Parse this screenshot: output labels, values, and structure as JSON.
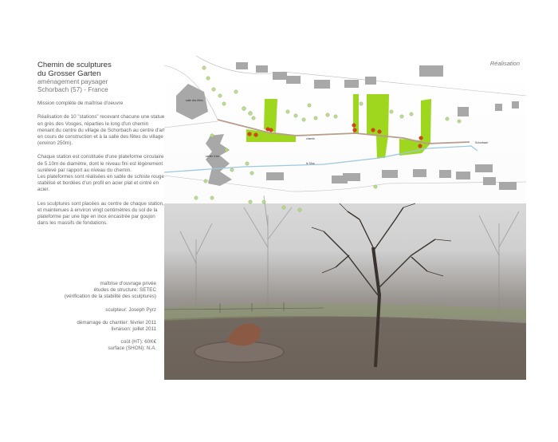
{
  "project": {
    "title_line1": "Chemin de sculptures",
    "title_line2": "du Grosser Garten",
    "type": "aménagement paysager",
    "location": "Schorbach (57) - France",
    "mission": "Mission complète de maîtrise d'oeuvre",
    "description": [
      "Réalisation de 10 \"stations\" recevant chacune une statue en grès des Vosges, réparties le long d'un chemin menant du centre du village de Schorbach au centre d'art en cours de construction et à la salle des fêtes du village (environ 250m).",
      "Chaque station est constituée d'une plateforme circulaire de 5.10m de diamètre, dont le niveau fini est légèrement surélevé par rapport au niveau du chemin.",
      "Les plateformes sont réalisées en sable de schiste rouge stabilisé et bordées d'un profil en acier plat et cintré en acier.",
      "Les sculptures sont placées au centre de chaque station, et maintenues à environ vingt centimètres du sol de la plateforme par une tige en inox encastrée par goujon dans les massifs de fondations."
    ]
  },
  "credits": {
    "client": "maîtrise d'ouvrage privée",
    "structure": "études de structure: SETEC",
    "structure_note": "(vérification de la stabilité des sculptures)",
    "sculptor": "sculpteur: Joseph Pyrz",
    "start": "démarrage du chantier: février 2011",
    "delivery": "livraison: juillet 2011",
    "cost": "coût (HT): 60K€",
    "surface_label": "surface (SHON): ",
    "surface_value": "N.A."
  },
  "panel": {
    "tag": "Réalisation",
    "map_labels": {
      "salle": "salle des fêtes",
      "centre": "centre d'art",
      "chemin": "chemin",
      "river": "le Shor",
      "village": "Schorbach"
    }
  },
  "colors": {
    "grass": "#9fd61e",
    "path": "#b89c8c",
    "river": "#9cc9e0",
    "station": "#e0401a",
    "building": "#a8a8a8"
  }
}
